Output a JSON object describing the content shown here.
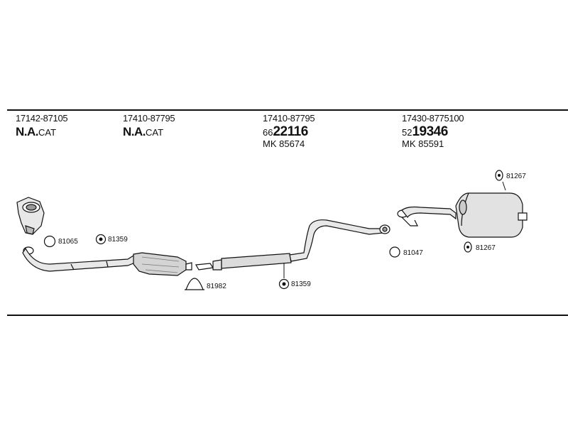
{
  "headers": [
    {
      "part_number": "17142-87105",
      "label_bold": "N.A.",
      "label_rest": "CAT"
    },
    {
      "part_number": "17410-87795",
      "label_bold": "N.A.",
      "label_rest": "CAT"
    },
    {
      "part_number": "17410-87795",
      "code_prefix": "66",
      "code_main": "22116",
      "mk": "MK 85674"
    },
    {
      "part_number": "17430-8775100",
      "code_prefix": "52",
      "code_main": "19346",
      "mk": "MK 85591"
    }
  ],
  "part_labels": {
    "ring_81065": "81065",
    "bracket_81359_a": "81359",
    "clamp_81982": "81982",
    "bracket_81359_b": "81359",
    "ring_81047": "81047",
    "hanger_81267_a": "81267",
    "hanger_81267_b": "81267"
  },
  "colors": {
    "line": "#111111",
    "part_fill": "#e6e6e6",
    "part_shade": "#a8a8a8"
  }
}
